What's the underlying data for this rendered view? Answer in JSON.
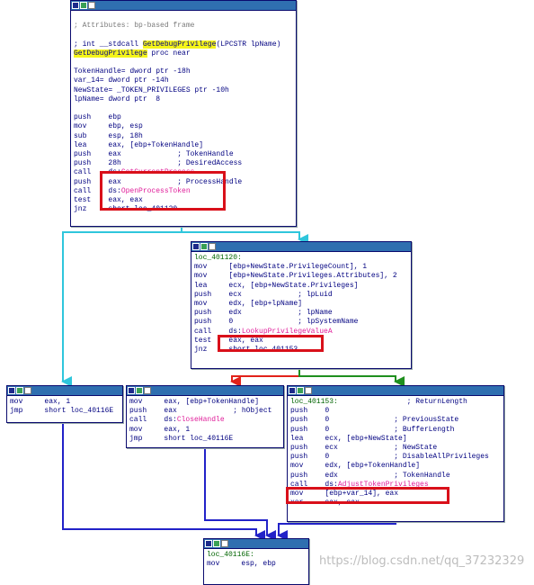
{
  "colors": {
    "edge_cyan": "#2fc6dc",
    "edge_red": "#e2221a",
    "edge_green": "#1f8f1f",
    "edge_blue": "#2222c8",
    "highlight_box": "#d9101a",
    "title_bar": "#2f6fb0"
  },
  "node_titlebar_icons": [
    "graph-icon",
    "code-icon",
    "list-icon"
  ],
  "block1": {
    "comment": "; Attributes: bp-based frame",
    "proto_pre": "; int __stdcall ",
    "proto_hl": "GetDebugPrivilege",
    "proto_post": "(LPCSTR lpName)",
    "proc_name": "GetDebugPrivilege",
    "proc_decl": " proc near",
    "var1": "TokenHandle= dword ptr -18h",
    "var2": "var_14= dword ptr -14h",
    "var3": "NewState= _TOKEN_PRIVILEGES ptr -10h",
    "var4": "lpName= dword ptr  8",
    "i1": "push    ebp",
    "i2": "mov     ebp, esp",
    "i3": "sub     esp, 18h",
    "i4": "lea     eax, [ebp+TokenHandle]",
    "i5": "push    eax             ; TokenHandle",
    "i6": "push    28h             ; DesiredAccess",
    "i7_pre": "call    ds:",
    "i7_imp": "GetCurrentProcess",
    "i8": "push    eax             ; ProcessHandle",
    "i9_pre": "call    ds:",
    "i9_imp": "OpenProcessToken",
    "i10": "test    eax, eax",
    "i11": "jnz     short loc_401120"
  },
  "block2": {
    "label": "loc_401120:",
    "i1": "mov     [ebp+NewState.PrivilegeCount], 1",
    "i2": "mov     [ebp+NewState.Privileges.Attributes], 2",
    "i3": "lea     ecx, [ebp+NewState.Privileges]",
    "i4": "push    ecx             ; lpLuid",
    "i5": "mov     edx, [ebp+lpName]",
    "i6": "push    edx             ; lpName",
    "i7": "push    0               ; lpSystemName",
    "i8_pre": "call    ds:",
    "i8_imp": "LookupPrivilegeValueA",
    "i9": "test    eax, eax",
    "i10": "jnz     short loc_401153"
  },
  "block3": {
    "i1": "mov     eax, 1",
    "i2": "jmp     short loc_40116E"
  },
  "block4": {
    "i1": "mov     eax, [ebp+TokenHandle]",
    "i2": "push    eax             ; hObject",
    "i3_pre": "call    ds:",
    "i3_imp": "CloseHandle",
    "i4": "mov     eax, 1",
    "i5": "jmp     short loc_40116E"
  },
  "block5": {
    "label": "loc_401153:",
    "label_cmt": "                ; ReturnLength",
    "i1": "push    0",
    "i2": "push    0               ; PreviousState",
    "i3": "push    0               ; BufferLength",
    "i4": "lea     ecx, [ebp+NewState]",
    "i5": "push    ecx             ; NewState",
    "i6": "push    0               ; DisableAllPrivileges",
    "i7": "mov     edx, [ebp+TokenHandle]",
    "i8": "push    edx             ; TokenHandle",
    "i9_pre": "call    ds:",
    "i9_imp": "AdjustTokenPrivileges",
    "i10": "mov     [ebp+var_14], eax",
    "i11": "xor     eax, eax"
  },
  "block6": {
    "label": "loc_40116E:",
    "i1": "mov     esp, ebp"
  },
  "watermark": "https://blog.csdn.net/qq_37232329"
}
